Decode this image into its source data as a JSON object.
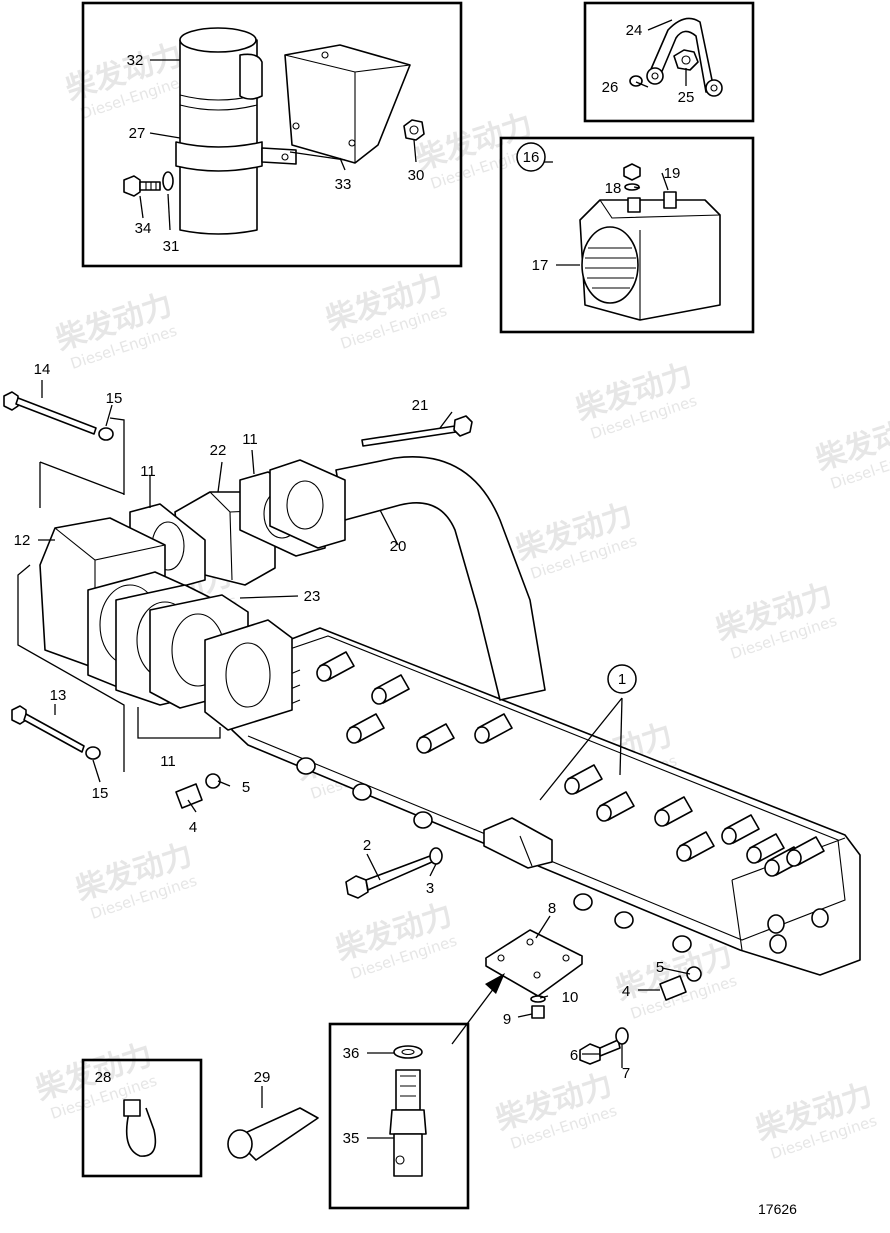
{
  "drawing_number": "17626",
  "watermark": {
    "brand": "柴发动力",
    "subtitle": "Diesel-Engines"
  },
  "callouts": [
    {
      "id": "1",
      "circled": true
    },
    {
      "id": "2"
    },
    {
      "id": "3"
    },
    {
      "id": "4a",
      "text": "4"
    },
    {
      "id": "4b",
      "text": "4"
    },
    {
      "id": "5a",
      "text": "5"
    },
    {
      "id": "5b",
      "text": "5"
    },
    {
      "id": "6"
    },
    {
      "id": "7"
    },
    {
      "id": "8"
    },
    {
      "id": "9"
    },
    {
      "id": "10"
    },
    {
      "id": "11a",
      "text": "11"
    },
    {
      "id": "11b",
      "text": "11"
    },
    {
      "id": "11c",
      "text": "11"
    },
    {
      "id": "12"
    },
    {
      "id": "13"
    },
    {
      "id": "14"
    },
    {
      "id": "15a",
      "text": "15"
    },
    {
      "id": "15b",
      "text": "15"
    },
    {
      "id": "16",
      "circled": true
    },
    {
      "id": "17"
    },
    {
      "id": "18"
    },
    {
      "id": "19"
    },
    {
      "id": "20"
    },
    {
      "id": "21"
    },
    {
      "id": "22"
    },
    {
      "id": "23"
    },
    {
      "id": "24"
    },
    {
      "id": "25"
    },
    {
      "id": "26"
    },
    {
      "id": "27"
    },
    {
      "id": "28"
    },
    {
      "id": "29"
    },
    {
      "id": "30"
    },
    {
      "id": "31"
    },
    {
      "id": "32"
    },
    {
      "id": "33"
    },
    {
      "id": "34"
    },
    {
      "id": "35"
    },
    {
      "id": "36"
    }
  ]
}
